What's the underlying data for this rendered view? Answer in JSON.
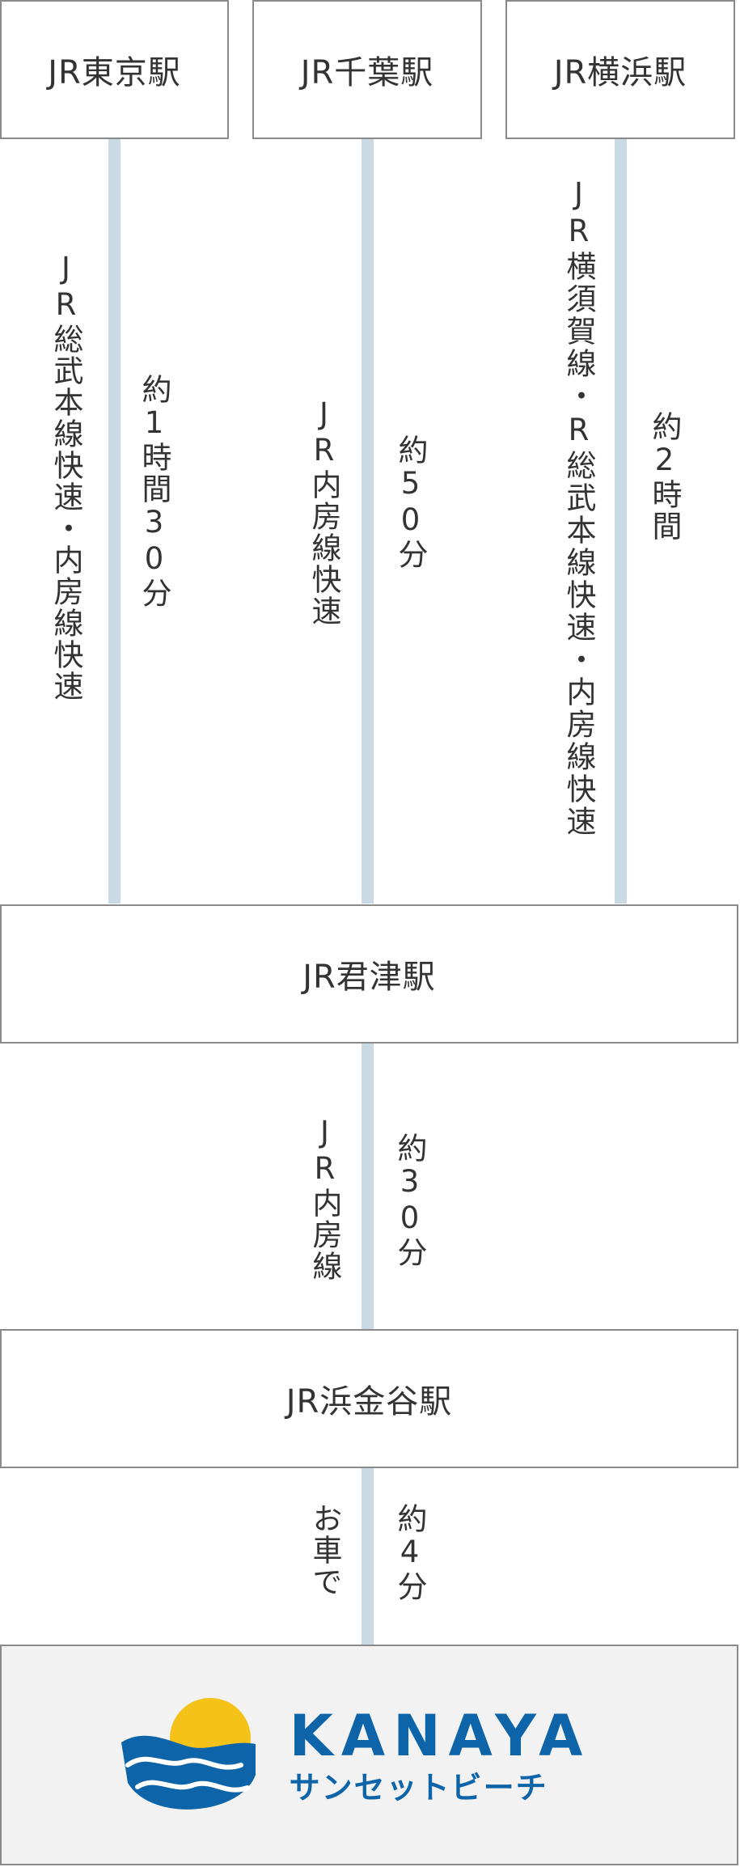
{
  "stations": {
    "tokyo": "JR東京駅",
    "chiba": "JR千葉駅",
    "yokohama": "JR横浜駅",
    "kimitsu": "JR君津駅",
    "hamakanaya": "JR浜金谷駅"
  },
  "routes": {
    "tokyo_line": "JR総武本線快速・内房線快速",
    "tokyo_time": "約1時間30分",
    "chiba_line": "JR内房線快速",
    "chiba_time": "約50分",
    "yokohama_line": "JR横須賀線・R総武本線快速・内房線快速",
    "yokohama_time": "約2時間",
    "kimitsu_line": "JR内房線",
    "kimitsu_time": "約30分",
    "car_line": "お車で",
    "car_time": "約4分"
  },
  "logo": {
    "name": "KANAYA",
    "subtitle": "サンセットビーチ",
    "colors": {
      "blue": "#0e64a8",
      "sun": "#f5c21a"
    }
  },
  "colors": {
    "line": "#c9dae5",
    "border": "#8a8a8a",
    "final_bg": "#f2f2f2"
  }
}
